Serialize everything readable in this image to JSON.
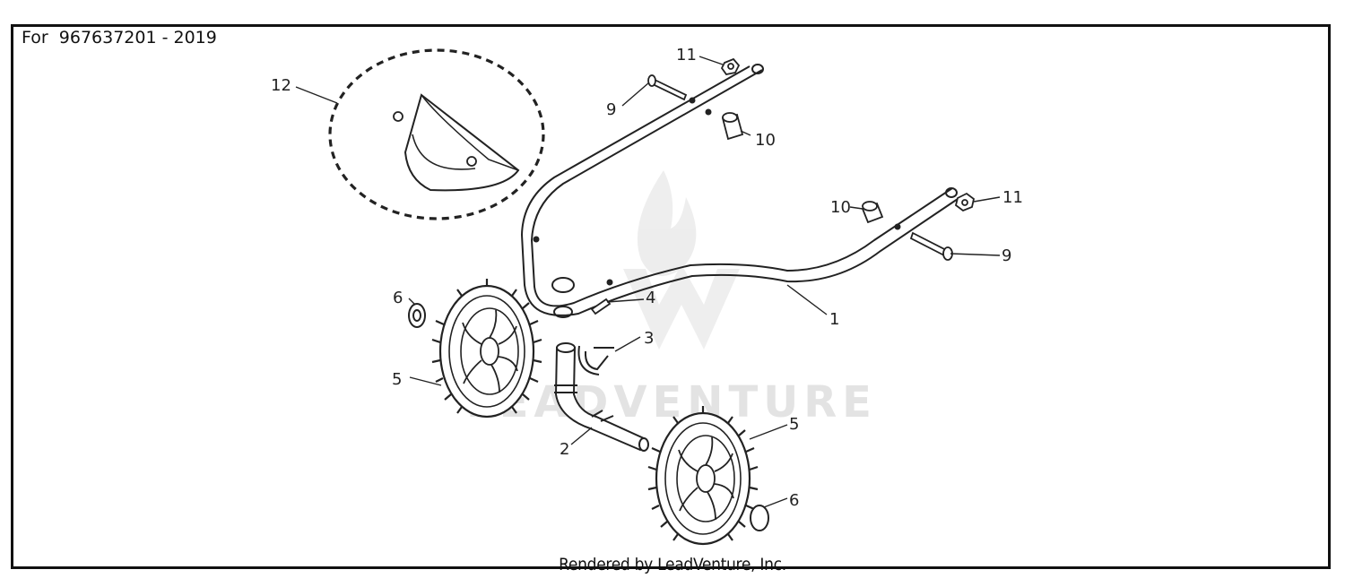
{
  "header": {
    "model_label": "For  967637201 - 2019"
  },
  "footer": {
    "credit": "Rendered by LeadVenture, Inc."
  },
  "watermark": {
    "text": "LEADVENTURE",
    "color": "#e3e3e3"
  },
  "colors": {
    "line": "#222222",
    "border": "#111111",
    "background": "#ffffff"
  },
  "callouts": {
    "c1": "1",
    "c2": "2",
    "c3": "3",
    "c4": "4",
    "c5a": "5",
    "c5b": "5",
    "c6a": "6",
    "c6b": "6",
    "c9a": "9",
    "c9b": "9",
    "c10a": "10",
    "c10b": "10",
    "c11a": "11",
    "c11b": "11",
    "c12": "12"
  }
}
